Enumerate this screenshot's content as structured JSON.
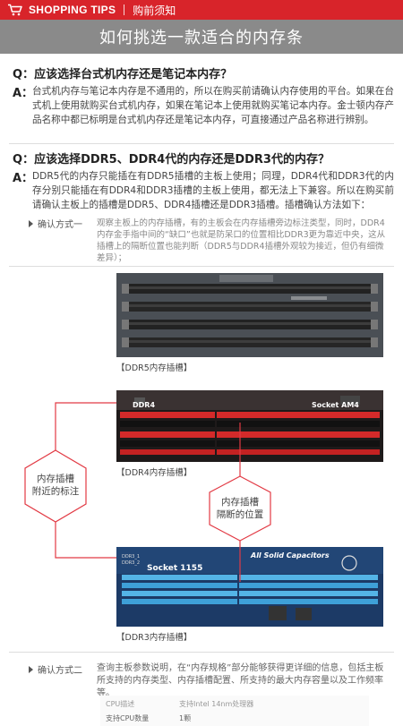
{
  "header": {
    "tips_label": "SHOPPING TIPS",
    "tips_cn": "购前须知",
    "banner_title": "如何挑选一款适合的内存条"
  },
  "qa": [
    {
      "q_label": "Q：",
      "question": "应该选择台式机内存还是笔记本内存？",
      "a_label": "A：",
      "answer": "台式机内存与笔记本内存是不通用的，所以在购买前请确认内存使用的平台。如果在台式机上使用就购买台式机内存，如果在笔记本上使用就购买笔记本内存。金士顿内存产品名称中都已标明是台式机内存还是笔记本内存，可直接通过产品名称进行辨别。"
    },
    {
      "q_label": "Q：",
      "question": "应该选择DDR5、DDR4代的内存还是DDR3代的内存？",
      "a_label": "A：",
      "answer": "DDR5代的内存只能插在有DDR5插槽的主板上使用；同理，DDR4代和DDR3代的内存分别只能插在有DDR4和DDR3插槽的主板上使用，都无法上下兼容。所以在购买前请确认主板上的插槽是DDR5、DDR4插槽还是DDR3插槽。插槽确认方法如下："
    }
  ],
  "methods": [
    {
      "label": "确认方式一",
      "text": "观察主板上的内存插槽，有的主板会在内存插槽旁边标注类型，同时，DDR4内存金手指中间的“缺口”也就是防呆口的位置相比DDR3更为靠近中央，这从插槽上的隔断位置也能判断（DDR5与DDR4插槽外观较为接近，但仍有细微差异）；"
    },
    {
      "label": "确认方式二",
      "text": "查询主板参数说明，在“内存规格”部分能够获得更详细的信息，包括主板所支持的内存类型、内存插槽配置、所支持的最大内存容量以及工作频率等。"
    }
  ],
  "boards": {
    "ddr5_caption": "【DDR5内存插槽】",
    "ddr4_caption": "【DDR4内存插槽】",
    "ddr3_caption": "【DDR3内存插槽】",
    "ddr4_label": "DDR4",
    "ddr4_socket": "Socket AM4",
    "ddr3_socket": "Socket 1155",
    "ddr3_caps": "All Solid Capacitors",
    "ddr3_slot1": "DDR3_1",
    "ddr3_slot2": "DDR3_2"
  },
  "callouts": {
    "left_line1": "内存插槽",
    "left_line2": "附近的标注",
    "right_line1": "内存插槽",
    "right_line2": "隔断的位置"
  },
  "specs": [
    {
      "key": "CPU描述",
      "value": "支持Intel 14nm处理器"
    },
    {
      "key": "支持CPU数量",
      "value": "1颗"
    }
  ],
  "colors": {
    "brand_red": "#d8242a",
    "banner_gray": "#8a8a8a",
    "callout_red": "#e23a44"
  }
}
